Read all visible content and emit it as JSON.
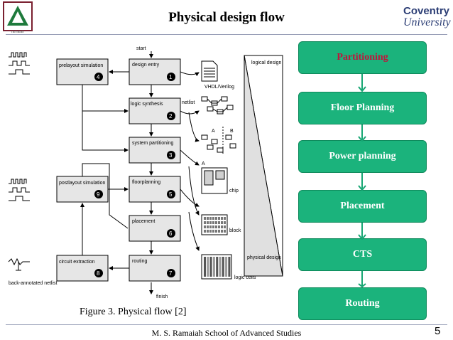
{
  "slide": {
    "title": "Physical design flow",
    "logo_left_text": "ramaiah",
    "logo_right_line1": "Coventry",
    "logo_right_line2": "University",
    "caption": "Figure 3. Physical flow [2]",
    "footer": "M. S. Ramaiah School of Advanced Studies",
    "page_number": "5"
  },
  "flow_steps": [
    {
      "label": "Partitioning",
      "color": "#c0143c"
    },
    {
      "label": "Floor Planning",
      "color": "#ffffff"
    },
    {
      "label": "Power planning",
      "color": "#ffffff"
    },
    {
      "label": "Placement",
      "color": "#ffffff"
    },
    {
      "label": "CTS",
      "color": "#ffffff"
    },
    {
      "label": "Routing",
      "color": "#ffffff"
    }
  ],
  "flow_colors": {
    "box": "#1bb37c",
    "arrow": "#17a673"
  },
  "diagram": {
    "start": "start",
    "finish": "finish",
    "main_steps": [
      {
        "label": "design entry",
        "num": "1"
      },
      {
        "label": "logic synthesis",
        "num": "2"
      },
      {
        "label": "system partitioning",
        "num": "3"
      },
      {
        "label": "floorplanning",
        "num": "5"
      },
      {
        "label": "placement",
        "num": "6"
      },
      {
        "label": "routing",
        "num": "7"
      }
    ],
    "side_steps": [
      {
        "label": "prelayout simulation",
        "num": "4"
      },
      {
        "label": "postlayout simulation",
        "num": "9"
      },
      {
        "label": "circuit extraction",
        "num": "8"
      }
    ],
    "labels": {
      "vhdl": "VHDL/Verilog",
      "netlist": "netlist",
      "a": "A",
      "b": "B",
      "chip": "chip",
      "block": "block",
      "logic_cells": "logic cells",
      "logical_design": "logical design",
      "physical_design": "physical design",
      "back_annotated": "back-annotated netlist"
    }
  }
}
